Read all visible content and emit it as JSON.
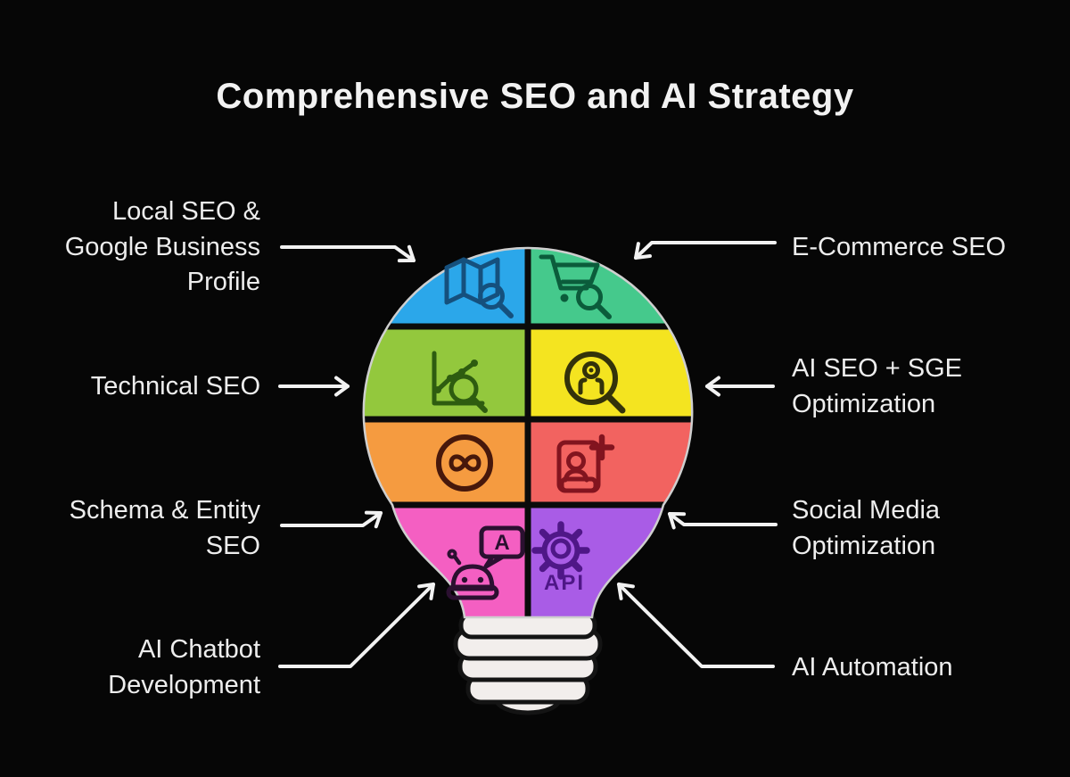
{
  "title": "Comprehensive SEO and AI Strategy",
  "left_labels": [
    {
      "text": "Local SEO & Google Business Profile",
      "lines": [
        "Local SEO &",
        "Google Business",
        "Profile"
      ]
    },
    {
      "text": "Technical SEO",
      "lines": [
        "Technical SEO"
      ]
    },
    {
      "text": "Schema & Entity SEO",
      "lines": [
        "Schema & Entity",
        "SEO"
      ]
    },
    {
      "text": "AI Chatbot Development",
      "lines": [
        "AI Chatbot",
        "Development"
      ]
    }
  ],
  "right_labels": [
    {
      "text": "E-Commerce SEO",
      "lines": [
        "E-Commerce SEO"
      ]
    },
    {
      "text": "AI SEO + SGE Optimization",
      "lines": [
        "AI SEO + SGE",
        "Optimization"
      ]
    },
    {
      "text": "Social Media Optimization",
      "lines": [
        "Social Media",
        "Optimization"
      ]
    },
    {
      "text": "AI Automation",
      "lines": [
        "AI Automation"
      ]
    }
  ],
  "segments": [
    {
      "label": "Local SEO & Google Business Profile",
      "icon": "map-search-icon",
      "color": "#2ba7ea",
      "icon_color": "#15507d"
    },
    {
      "label": "E-Commerce SEO",
      "icon": "cart-search-icon",
      "color": "#45c98c",
      "icon_color": "#0b5c3b"
    },
    {
      "label": "Technical SEO",
      "icon": "chart-search-icon",
      "color": "#93c83d",
      "icon_color": "#2e5c10"
    },
    {
      "label": "AI SEO + SGE Optimization",
      "icon": "robot-search-icon",
      "color": "#f4e420",
      "icon_color": "#33320a"
    },
    {
      "label": "Schema & Entity SEO",
      "icon": "link-sync-icon",
      "color": "#f59b40",
      "icon_color": "#47180b"
    },
    {
      "label": "Social Media Optimization",
      "icon": "add-contact-icon",
      "color": "#f26360",
      "icon_color": "#82141f"
    },
    {
      "label": "AI Chatbot Development",
      "icon": "chatbot-icon",
      "color": "#f45fc2",
      "icon_color": "#2b1030"
    },
    {
      "label": "AI Automation",
      "icon": "gear-api-icon",
      "color": "#a95ce6",
      "icon_color": "#4f1787"
    }
  ],
  "icon_text": {
    "api": "API",
    "bubble_a": "A"
  },
  "colors": {
    "background": "#060606",
    "title_text": "#f2f2f2",
    "label_text": "#ededed",
    "arrow": "#f2f2f2",
    "bulb_outline": "#cfcfcf",
    "segment_divider": "#0b0b0b",
    "bulb_base_fill": "#f2eeec",
    "bulb_base_stroke": "#141414"
  }
}
